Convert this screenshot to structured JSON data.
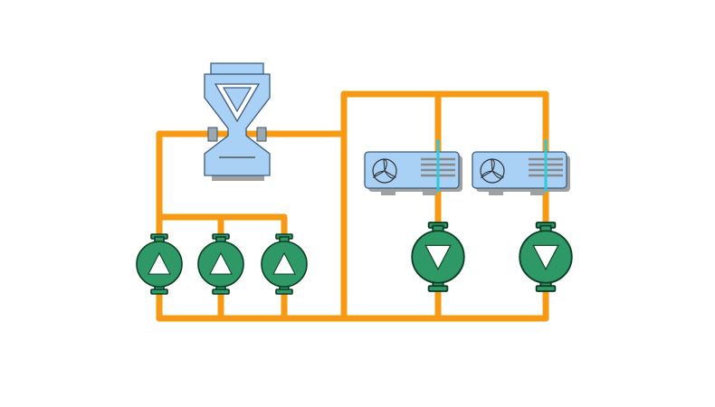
{
  "colors": {
    "pipe": "#f59a12",
    "pump_body": "#2e9966",
    "pump_outline": "#0b3d24",
    "pump_arrow": "#ffffff",
    "equipment_fill": "#a8d1f5",
    "equipment_outline": "#3c5c80",
    "equipment_shadow": "#a0a0a0",
    "water_line": "#34c9d6",
    "fan_outline": "#333333"
  },
  "components": {
    "cooling_tower": {
      "icon": "cooling-tower-icon",
      "count": 1
    },
    "condenser_pumps": {
      "icon": "pump-up-arrow-icon",
      "count": 3
    },
    "chillers": {
      "icon": "chiller-unit-icon",
      "count": 2
    },
    "chilled_water_pumps": {
      "icon": "pump-down-arrow-icon",
      "count": 2
    }
  }
}
